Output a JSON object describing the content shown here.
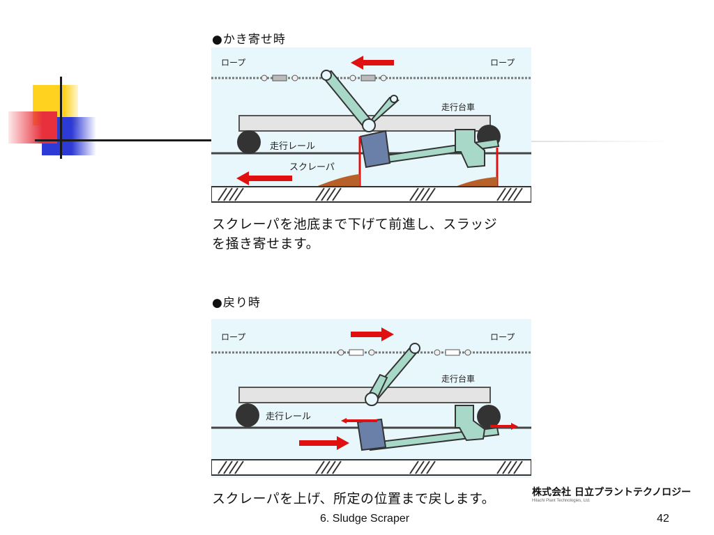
{
  "section1": {
    "heading": "●かき寄せ時",
    "rope_left": "ロープ",
    "rope_right": "ロープ",
    "carriage": "走行台車",
    "rail": "走行レール",
    "scraper": "スクレーパ",
    "caption_line1": "スクレーパを池底まで下げて前進し、スラッジ",
    "caption_line2": "を掻き寄せます。"
  },
  "section2": {
    "heading": "●戻り時",
    "rope_left": "ロープ",
    "rope_right": "ロープ",
    "carriage": "走行台車",
    "rail": "走行レール",
    "caption": "スクレーパを上げ、所定の位置まで戻します。"
  },
  "logo": {
    "jp": "株式会社 日立プラントテクノロジー",
    "en": "Hitachi Plant Technologies, Ltd."
  },
  "footer": {
    "title": "6. Sludge Scraper",
    "page": "42"
  },
  "colors": {
    "panel_bg": "#e8f7fb",
    "arm": "#a8d8c8",
    "arrow": "#e01010",
    "sludge": "#b8602a",
    "deco_yellow": "#ffd21f",
    "deco_red": "#e8303c",
    "deco_blue": "#2e3ad6"
  }
}
